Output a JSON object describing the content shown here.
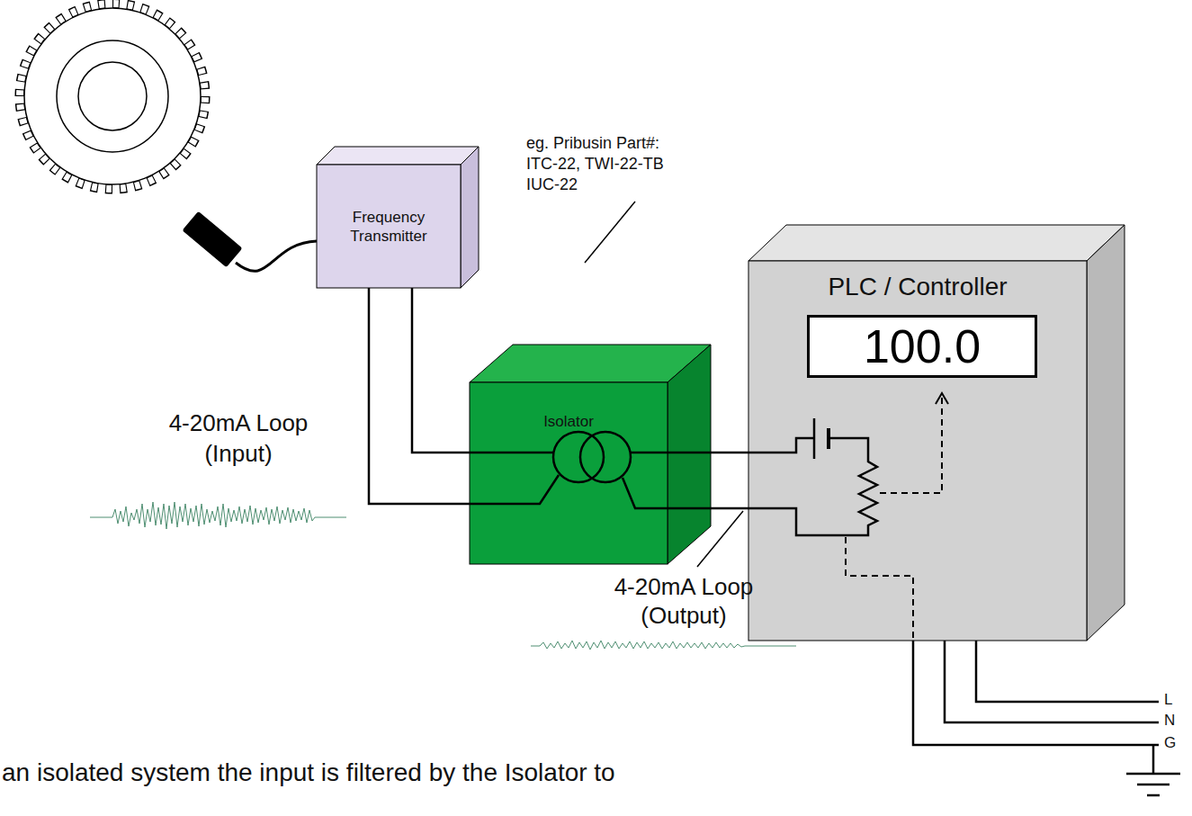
{
  "diagram": {
    "nodes": [
      {
        "text": [
          "Frequency Transmitter"
        ]
      },
      {
        "text": [
          "Isolator"
        ]
      },
      {
        "text": [
          "PLC / Controller"
        ]
      },
      {
        "text": [
          "100.0"
        ],
        "in": 2
      }
    ],
    "edges": [
      {
        "from": 0,
        "to": 1,
        "arrow": "none"
      },
      {
        "from": 0,
        "to": 1,
        "arrow": "none"
      },
      {
        "from": 1,
        "to": 2,
        "arrow": "none"
      },
      {
        "from": 1,
        "to": 2,
        "arrow": "none"
      }
    ],
    "labels": [
      "eg. Pribusin Part#: ITC-22, TWI-22-TB IUC-22",
      "4-20mA Loop (Input)",
      "4-20mA Loop (Output)",
      "L",
      "N",
      "G",
      "an isolated system the input is filtered by the Isolator to"
    ]
  }
}
